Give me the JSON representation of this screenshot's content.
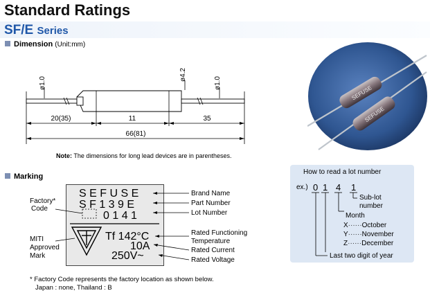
{
  "header": {
    "title": "Standard Ratings",
    "series_name": "SF/E",
    "series_suffix": "Series"
  },
  "dimension": {
    "heading": "Dimension",
    "unit": "(Unit:mm)",
    "dia_left": "ø1.0",
    "dia_body": "ø4.2",
    "dia_right": "ø1.0",
    "len_left": "20(35)",
    "len_body": "11",
    "len_right": "35",
    "len_total": "66(81)",
    "note_bold": "Note:",
    "note_text": "The dimensions for long lead devices are in parentheses."
  },
  "marking": {
    "heading": "Marking",
    "line1": "S E F U S E",
    "line2": "S F 1 3 9 E",
    "line3": "0 1 4 1",
    "tf": "Tf 142°C",
    "amp": "10A",
    "volt": "250V~",
    "factory_label_1": "Factory*",
    "factory_label_2": "Code",
    "miti_1": "MITI",
    "miti_2": "Approved",
    "miti_3": "Mark",
    "brand": "Brand Name",
    "part": "Part Number",
    "lot": "Lot Number",
    "rft_1": "Rated Functioning",
    "rft_2": "Temperature",
    "rcur": "Rated Current",
    "rvolt": "Rated Voltage"
  },
  "lot_guide": {
    "title": "How to read a lot number",
    "ex": "ex.)",
    "d1": "0",
    "d2": "1",
    "d3": "4",
    "d4": "1",
    "sublot_1": "Sub-lot",
    "sublot_2": "number",
    "month": "Month",
    "x": "X",
    "x_val": "October",
    "y": "Y",
    "y_val": "November",
    "z": "Z",
    "z_val": "December",
    "dots": "······",
    "last": "Last two digit of year"
  },
  "footnote": {
    "line1": "* Factory Code represents the factory location as shown below.",
    "line2": "Japan : none, Thailand : B"
  },
  "colors": {
    "series_blue": "#1f57a8",
    "panel_blue": "#dde7f4",
    "bullet": "#7d8fb3"
  }
}
